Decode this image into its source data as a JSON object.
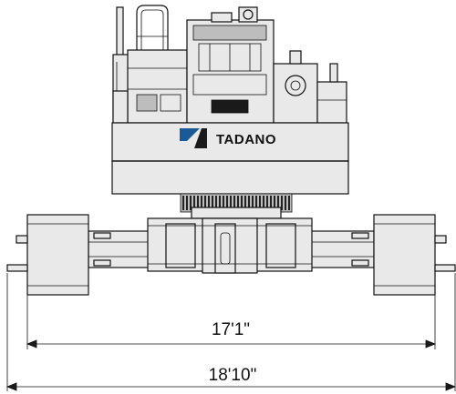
{
  "brand": {
    "name": "TADANO",
    "logo_color_primary": "#1a5a96",
    "logo_color_secondary": "#1a1a1a"
  },
  "dimensions": {
    "inner_width_label": "17'1\"",
    "outer_width_label": "18'10\""
  },
  "colors": {
    "line": "#111111",
    "fill_light": "#e9e9e9",
    "fill_dark": "#1a1a1a",
    "background": "#ffffff"
  }
}
